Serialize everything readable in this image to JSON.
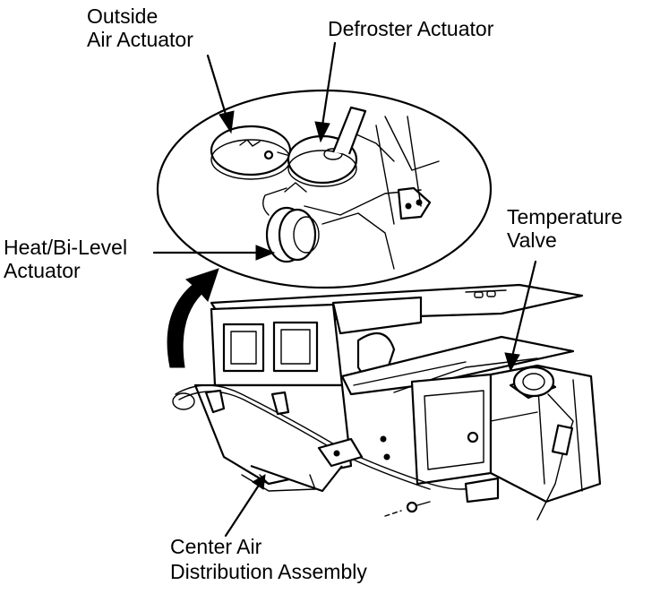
{
  "labels": {
    "outside_air_line1": "Outside",
    "outside_air_line2": "Air Actuator",
    "defroster": "Defroster Actuator",
    "temperature_line1": "Temperature",
    "temperature_line2": "Valve",
    "heat_bilevel_line1": "Heat/Bi-Level",
    "heat_bilevel_line2": "Actuator",
    "center_air_line1": "Center Air",
    "center_air_line2": "Distribution Assembly"
  }
}
